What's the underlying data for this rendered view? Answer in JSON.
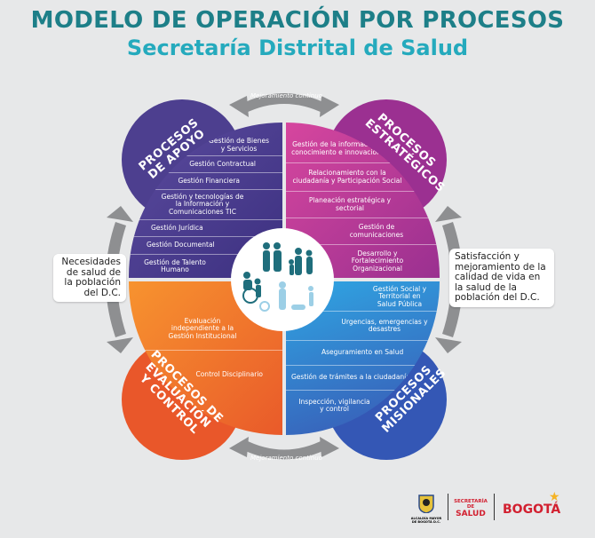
{
  "title": "MODELO DE OPERACIÓN POR PROCESOS",
  "subtitle": "Secretaría Distrital de Salud",
  "cycle_top": "Mejoramiento continuo",
  "cycle_bottom": "Mejoramiento continuo",
  "input_box": "Necesidades de salud de la población del D.C.",
  "output_box": "Satisfacción y mejoramiento de la calidad de vida en la salud de la población del D.C.",
  "apoyo": {
    "title": "PROCESOS DE APOYO",
    "color": "#4a3c8c",
    "items": [
      "Gestión de Bienes y Servicios",
      "Gestión Contractual",
      "Gestión Financiera",
      "Gestión y tecnologías de la Información y Comunicaciones TIC",
      "Gestión Jurídica",
      "Gestión Documental",
      "Gestión de Talento Humano"
    ]
  },
  "estrategicos": {
    "title": "PROCESOS ESTRATÉGICOS",
    "color": "#b8358f",
    "items": [
      "Gestión de la información, conocimiento e innovación",
      "Relacionamiento con la ciudadanía y Participación Social",
      "Planeación estratégica y sectorial",
      "Gestión de comunicaciones",
      "Desarrollo y Fortalecimiento Organizacional"
    ]
  },
  "evaluacion": {
    "title": "PROCESOS DE EVALUACIÓN Y CONTROL",
    "color": "#f06a2b",
    "items": [
      "Evaluación independiente a la Gestión Institucional",
      "Control Disciplinario"
    ]
  },
  "misionales": {
    "title": "PROCESOS MISIONALES",
    "color": "#2e8fd6",
    "items": [
      "Gestión Social y Territorial en Salud Pública",
      "Urgencias, emergencias y desastres",
      "Aseguramiento en Salud",
      "Gestión de trámites a la ciudadanía",
      "Inspección, vigilancia y control"
    ]
  },
  "logos": {
    "alcaldia": "ALCALDÍA MAYOR DE BOGOTÁ D.C.",
    "secretaria_line1": "SECRETARÍA DE",
    "secretaria_line2": "SALUD",
    "bogota": "BOGOTÁ"
  }
}
